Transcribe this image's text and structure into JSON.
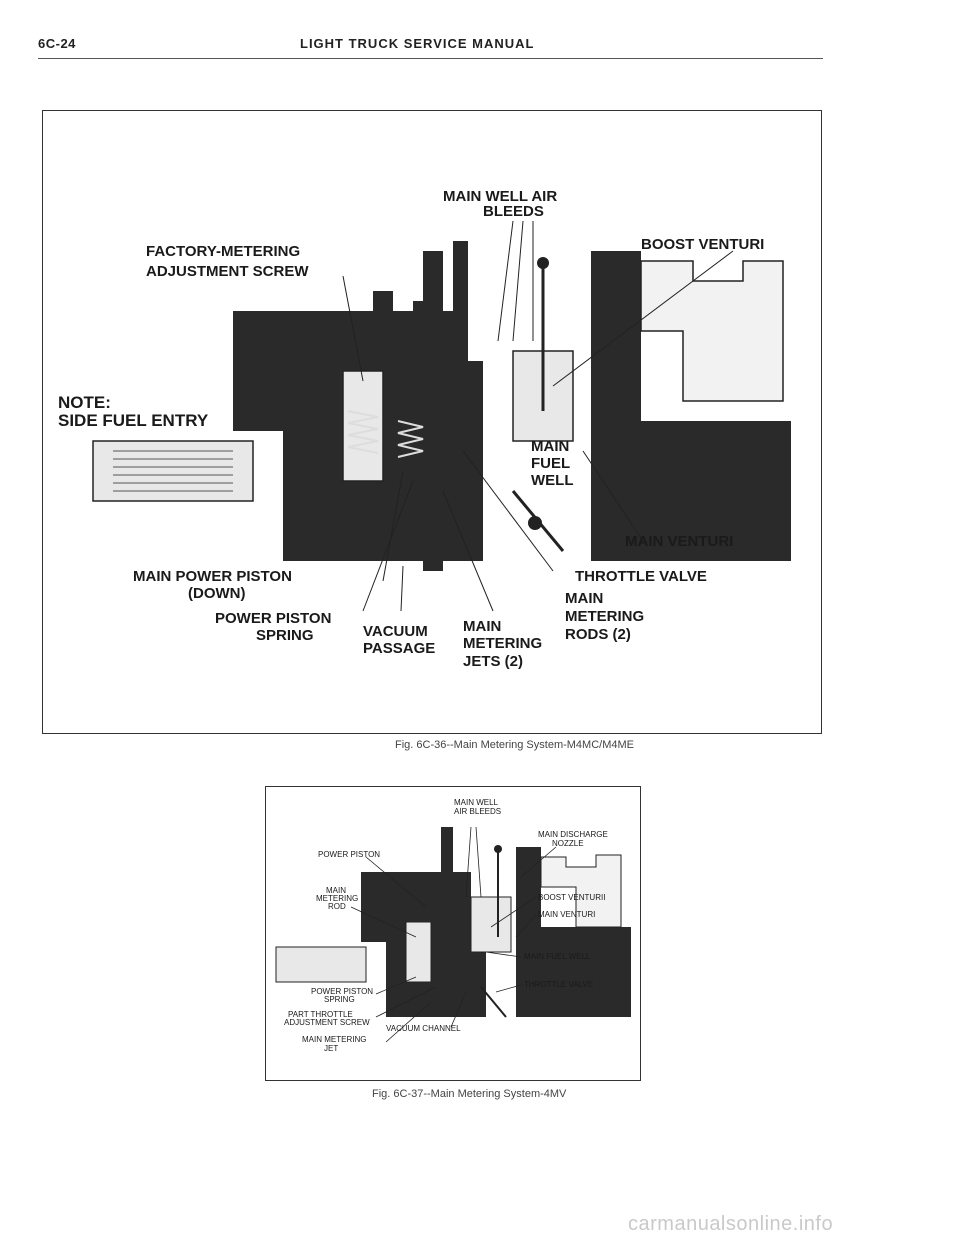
{
  "header": {
    "page_number": "6C-24",
    "running_title": "LIGHT TRUCK SERVICE MANUAL"
  },
  "figure1": {
    "caption": "Fig. 6C-36--Main Metering System-M4MC/M4ME",
    "labels": {
      "main_well_air": "MAIN WELL AIR",
      "bleeds": "BLEEDS",
      "factory_metering": "FACTORY-METERING",
      "adjustment_screw": "ADJUSTMENT SCREW",
      "boost_venturi": "BOOST VENTURI",
      "note": "NOTE:",
      "side_fuel_entry": "SIDE FUEL ENTRY",
      "main_fuel_well_1": "MAIN",
      "main_fuel_well_2": "FUEL",
      "main_fuel_well_3": "WELL",
      "main_venturi": "MAIN VENTURI",
      "main_power_piston": "MAIN POWER PISTON",
      "down": "(DOWN)",
      "throttle_valve": "THROTTLE VALVE",
      "power_piston": "POWER PISTON",
      "spring": "SPRING",
      "vacuum": "VACUUM",
      "passage": "PASSAGE",
      "main_jets_1": "MAIN",
      "main_jets_2": "METERING",
      "main_jets_3": "JETS (2)",
      "main_rods_1": "MAIN",
      "main_rods_2": "METERING",
      "main_rods_3": "RODS (2)"
    }
  },
  "figure2": {
    "caption": "Fig. 6C-37--Main Metering System-4MV",
    "labels": {
      "main_well": "MAIN WELL",
      "air_bleeds": "AIR BLEEDS",
      "main_discharge": "MAIN DISCHARGE",
      "nozzle": "NOZZLE",
      "power_piston": "POWER PISTON",
      "main": "MAIN",
      "metering": "METERING",
      "rod": "ROD",
      "boost_venturi": "BOOST VENTURII",
      "main_venturi": "MAIN VENTURI",
      "main_fuel_well": "MAIN FUEL WELL",
      "throttle_valve": "THROTTLE VALVE",
      "power_piston_2": "POWER PISTON",
      "spring": "SPRING",
      "part_throttle": "PART THROTTLE",
      "adjustment_screw": "ADJUSTMENT SCREW",
      "vacuum_channel": "VACUUM CHANNEL",
      "main_metering": "MAIN METERING",
      "jet": "JET"
    }
  },
  "watermark": "carmanualsonline.info"
}
